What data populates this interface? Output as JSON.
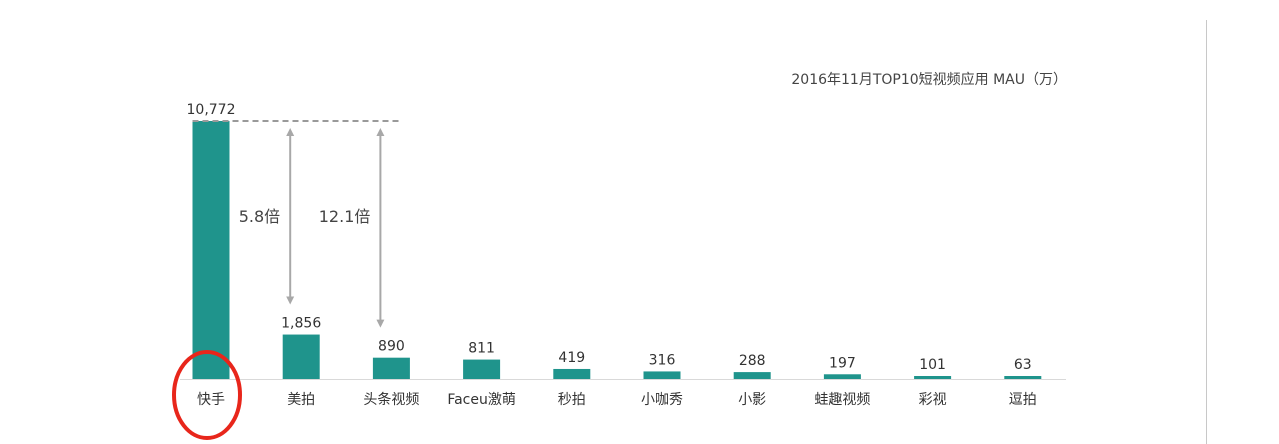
{
  "chart_data": {
    "type": "bar",
    "title": "2016年11月TOP10短视频应用 MAU（万）",
    "categories": [
      "快手",
      "美拍",
      "头条视频",
      "Faceu激萌",
      "秒拍",
      "小咖秀",
      "小影",
      "蛙趣视频",
      "彩视",
      "逗拍"
    ],
    "values": [
      10772,
      1856,
      890,
      811,
      419,
      316,
      288,
      197,
      101,
      63
    ],
    "value_labels": [
      "10,772",
      "1,856",
      "890",
      "811",
      "419",
      "316",
      "288",
      "197",
      "101",
      "63"
    ],
    "ylim": [
      0,
      10772
    ],
    "grid": false,
    "bar_color": "#1f948c",
    "annotations": [
      {
        "label": "5.8倍",
        "from_category": "美拍",
        "to_category": "快手"
      },
      {
        "label": "12.1倍",
        "from_category": "头条视频",
        "to_category": "快手"
      }
    ],
    "highlight": {
      "category": "快手",
      "color": "#e8261b"
    }
  }
}
